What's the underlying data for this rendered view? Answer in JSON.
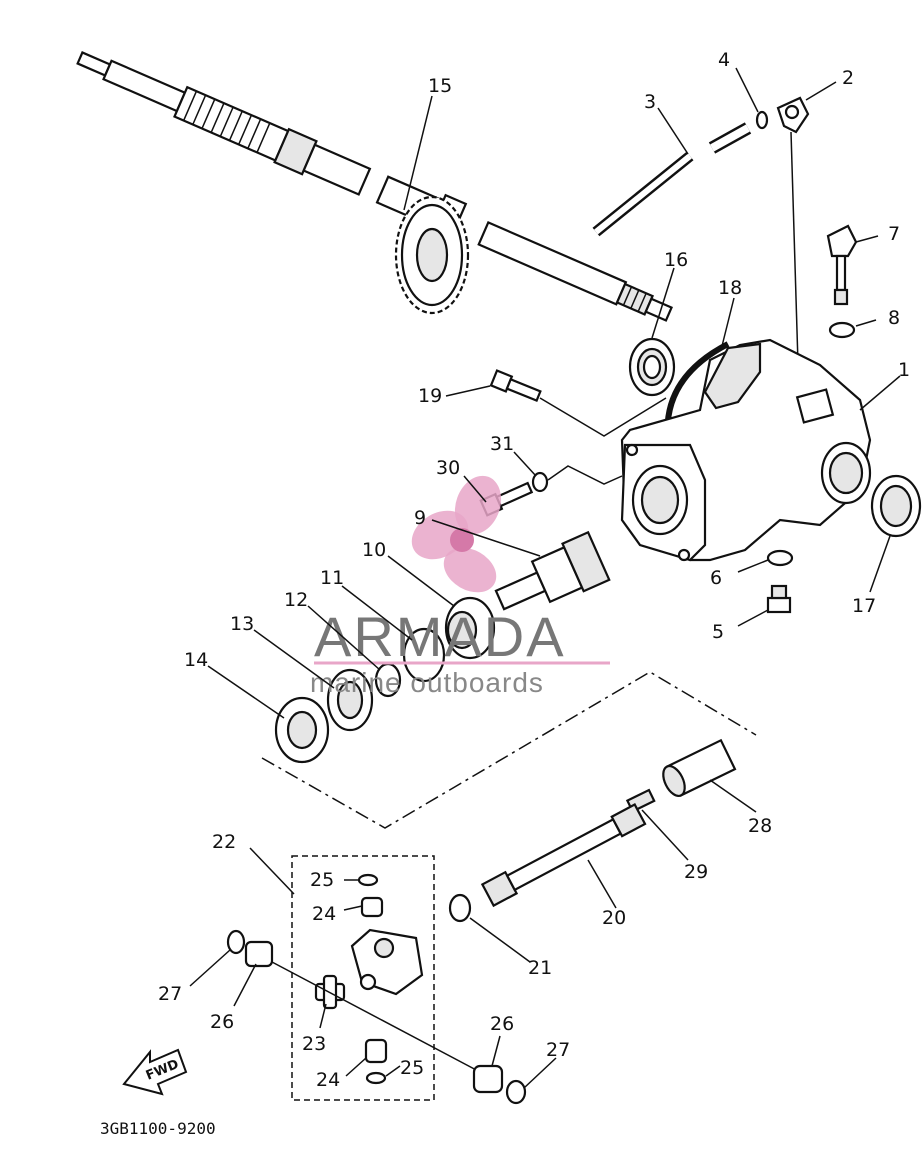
{
  "diagram": {
    "part_numbers": [
      "1",
      "2",
      "3",
      "4",
      "5",
      "6",
      "7",
      "8",
      "9",
      "10",
      "11",
      "12",
      "13",
      "14",
      "15",
      "16",
      "17",
      "18",
      "19",
      "20",
      "21",
      "22",
      "23",
      "24",
      "24",
      "25",
      "25",
      "26",
      "26",
      "27",
      "27",
      "28",
      "29",
      "30",
      "31"
    ],
    "drawing_code": "3GB1100-9200",
    "direction_label": "FWD"
  },
  "watermark": {
    "brand": "ARMADA",
    "tagline": "marine outboards",
    "colors": {
      "logo": "#e8a6c8",
      "text": "#7a7a7a"
    }
  }
}
